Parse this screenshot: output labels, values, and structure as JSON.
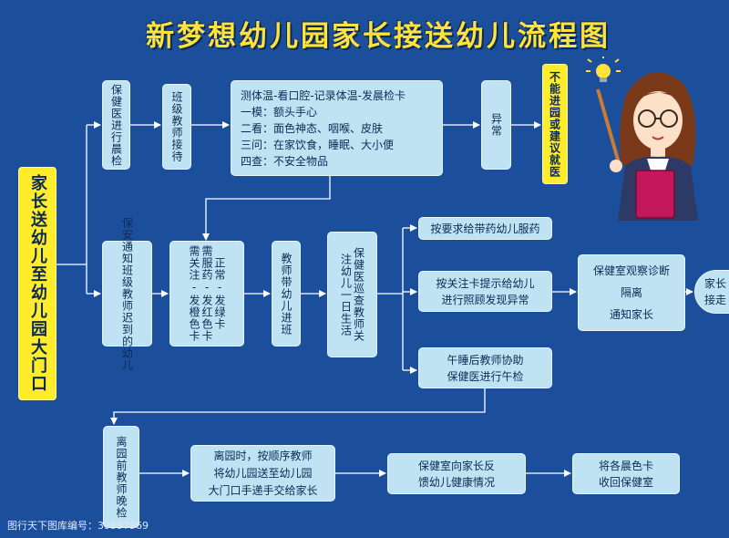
{
  "title": "新梦想幼儿园家长接送幼儿流程图",
  "start": "家长送幼儿至幼儿园大门口",
  "row1": {
    "b1": "保健医进行晨检",
    "b2": "班级教师接待",
    "checks": [
      "测体温-看口腔-记录体温-发晨检卡",
      "一模：额头手心",
      "二看：面色神态、咽喉、皮肤",
      "三问：在家饮食，睡眠、大小便",
      "四查：不安全物品"
    ],
    "abnormal": "异常",
    "advice": "不能进园或建议就医"
  },
  "row2": {
    "b1": "保安通知班级教师迟到的幼儿",
    "cards": [
      "需关注-发橙色卡",
      "需服药-发红色卡",
      "正常-发绿卡"
    ],
    "b3": "教师带幼儿进班",
    "b4": "保健医巡查教师关",
    "b5": "注幼儿一日生活",
    "o1": "按要求给带药幼儿服药",
    "o2a": "按关注卡提示给幼儿",
    "o2b": "进行照顾发现异常",
    "o3a": "午睡后教师协助",
    "o3b": "保健医进行午检",
    "care": [
      "保健室观察诊断",
      "隔离",
      "通知家长"
    ],
    "pickup": "家长接走"
  },
  "row3": {
    "b1": "离园前教师晚检",
    "b2": [
      "离园时，按顺序教师",
      "将幼儿园送至幼儿园",
      "大门口手递手交给家长"
    ],
    "b3": [
      "保健室向家长反",
      "馈幼儿健康情况"
    ],
    "b4": [
      "将各晨色卡",
      "收回保健室"
    ]
  },
  "footer": "图行天下图库编号：39997969",
  "colors": {
    "background": "#1b4f9c",
    "box": "#bfe3f3",
    "highlight": "#ffec2b",
    "title": "#ffe23a"
  }
}
